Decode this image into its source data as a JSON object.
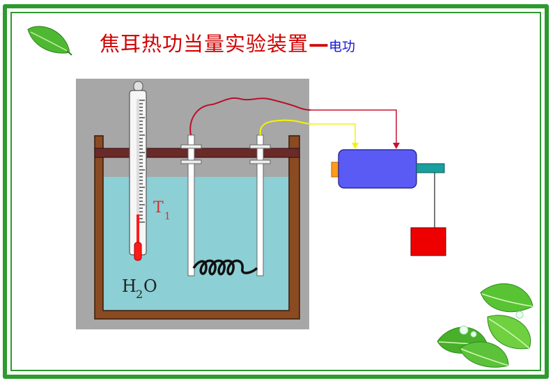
{
  "slide": {
    "title_main": "焦耳热功当量实验装置",
    "title_dash": "—",
    "title_sub": "电功"
  },
  "apparatus": {
    "thermometer_label": "T",
    "thermometer_subscript": "1",
    "water_label_h": "H",
    "water_label_sub": "2",
    "water_label_o": "O"
  },
  "colors": {
    "frame": "#2d9a2d",
    "title": "#d10000",
    "subtitle": "#1515d8",
    "water": "#8ccfd4",
    "container_wall": "#8a4a22",
    "motor": "#5a5af5",
    "weight": "#ee0000",
    "shaft": "#1a9e9e",
    "wire_red": "#b8102a",
    "wire_yellow": "#f4f400"
  }
}
